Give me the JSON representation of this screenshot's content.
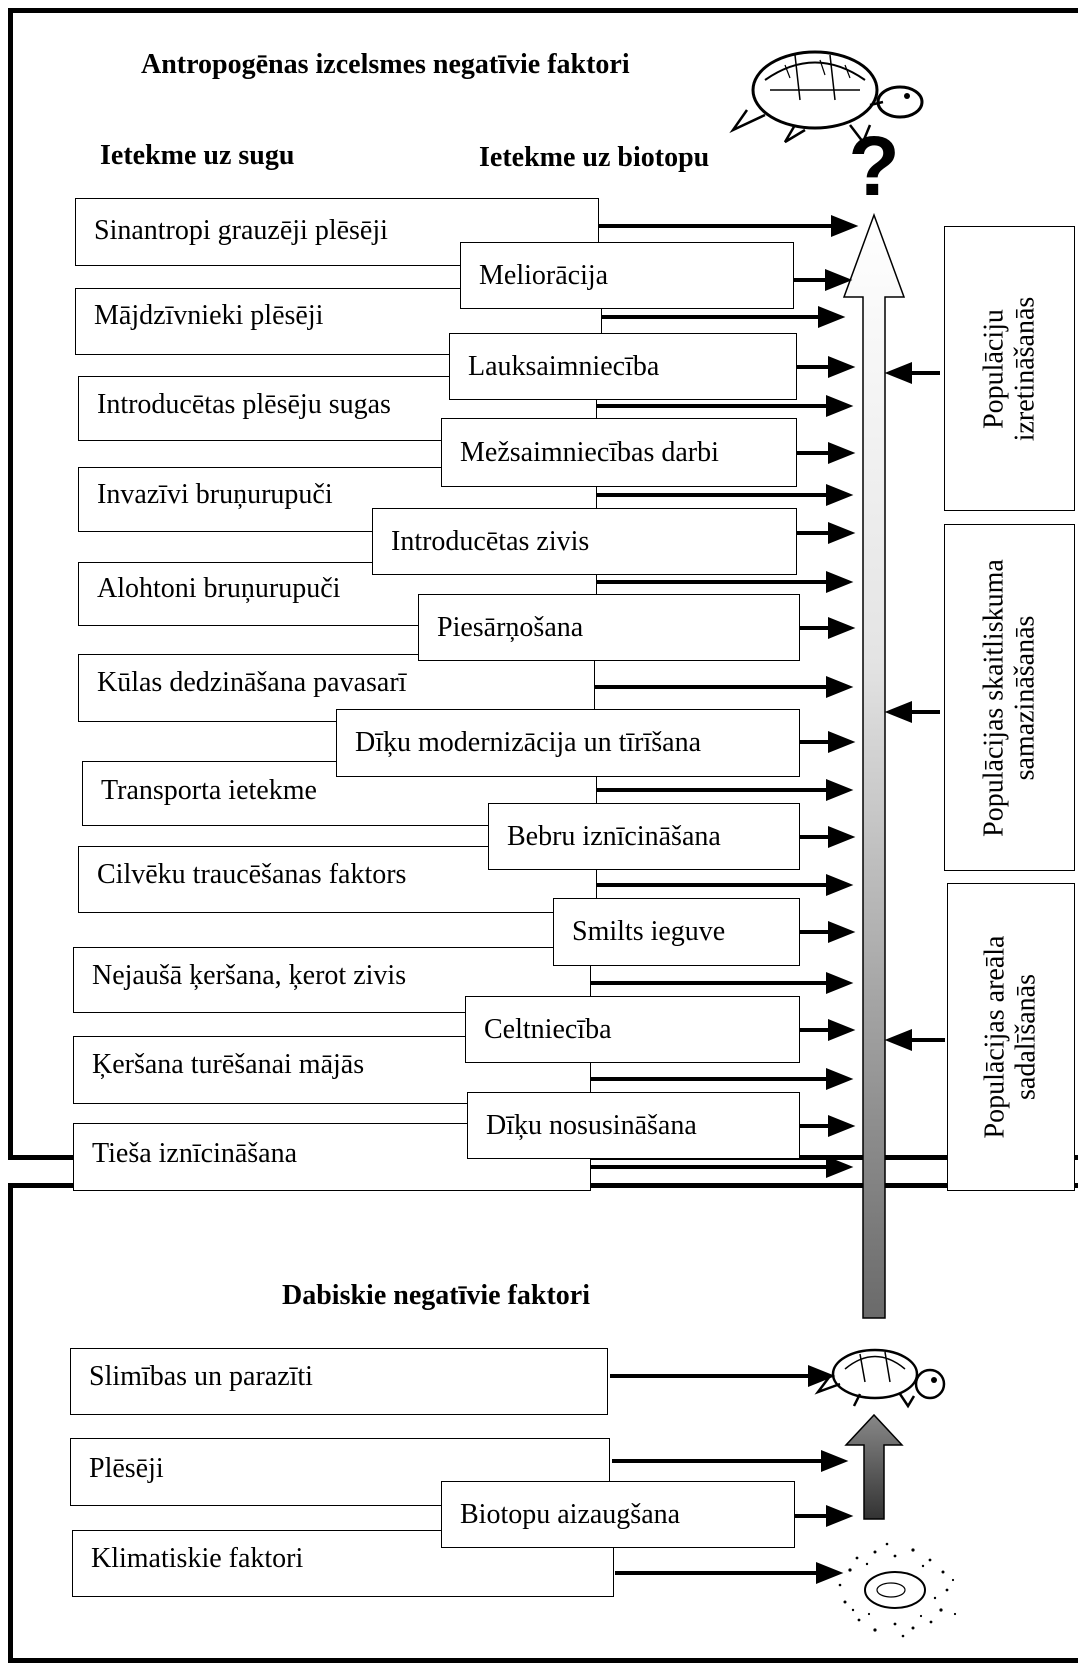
{
  "anthropogenic": {
    "title": "Antropogēnas izcelsmes negatīvie faktori",
    "col_species": "Ietekme uz sugu",
    "col_biotope": "Ietekme uz biotopu",
    "question_mark": "?",
    "species_factors": [
      "Sinantropi grauzēji plēsēji",
      "Mājdzīvnieki plēsēji",
      "Introducētas plēsēju sugas",
      "Invazīvi bruņurupuči",
      "Alohtoni bruņurupuči",
      "Kūlas dedzināšana pavasarī",
      "Transporta ietekme",
      "Cilvēku traucēšanas faktors",
      "Nejaušā ķeršana, ķerot zivis",
      "Ķeršana turēšanai mājās",
      "Tieša iznīcināšana"
    ],
    "biotope_factors": [
      "Meliorācija",
      "Lauksaimniecība",
      "Mežsaimniecības darbi",
      "Introducētas zivis",
      "Piesārņošana",
      "Dīķu modernizācija un tīrīšana",
      "Bebru iznīcināšana",
      "Smilts ieguve",
      "Celtniecība",
      "Dīķu nosusināšana"
    ],
    "effects": [
      [
        "Populāciju",
        "izretināšanās"
      ],
      [
        "Populācijas skaitliskuma",
        "samazināšanās"
      ],
      [
        "Populācijas areāla",
        "sadalīšanās"
      ]
    ]
  },
  "natural": {
    "title": "Dabiskie  negatīvie faktori",
    "factors": [
      "Slimības un parazīti",
      "Plēsēji",
      "Biotopu aizaugšana",
      "Klimatiskie faktori"
    ]
  }
}
